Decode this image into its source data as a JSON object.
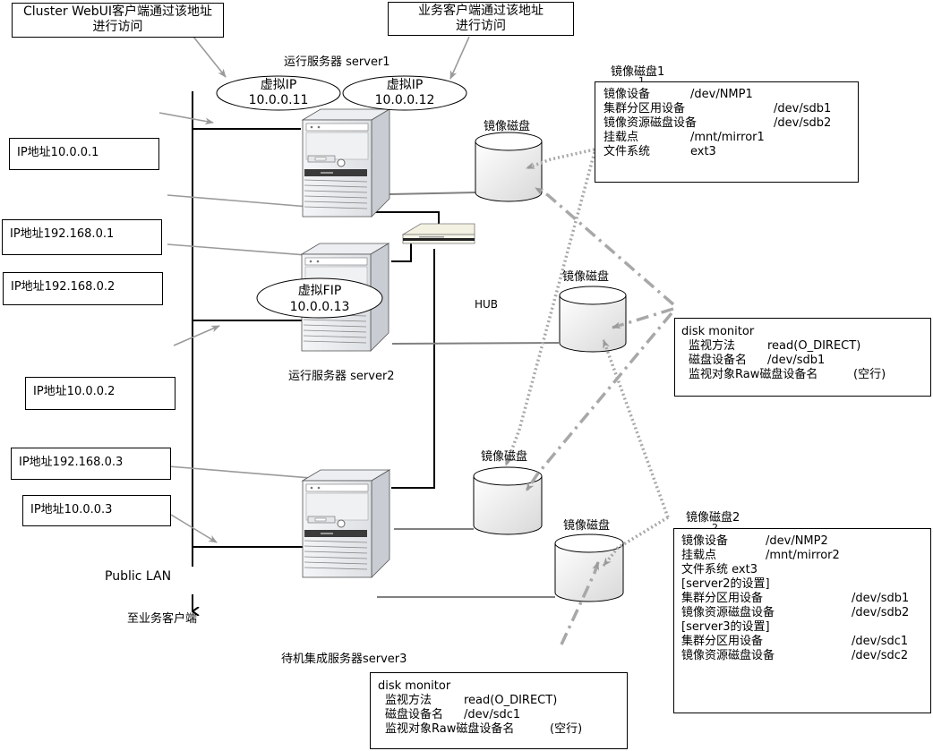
{
  "callouts": {
    "webui": {
      "line1": "Cluster WebUI客户端通过该地址",
      "line2": "进行访问"
    },
    "business": {
      "line1": "业务客户端通过该地址",
      "line2": "进行访问"
    }
  },
  "ip_boxes": [
    {
      "label": "IP地址10.0.0.1"
    },
    {
      "label": "IP地址192.168.0.1"
    },
    {
      "label": "IP地址192.168.0.2"
    },
    {
      "label": "IP地址10.0.0.2"
    },
    {
      "label": "IP地址192.168.0.3"
    },
    {
      "label": "IP地址10.0.0.3"
    }
  ],
  "virtual_ips": [
    {
      "title": "虚拟IP",
      "address": "10.0.0.11"
    },
    {
      "title": "虚拟IP",
      "address": "10.0.0.12"
    },
    {
      "title": "虚拟FIP",
      "address": "10.0.0.13"
    }
  ],
  "servers": [
    {
      "label": "运行服务器 server1"
    },
    {
      "label": "运行服务器 server2"
    },
    {
      "label": "待机集成服务器server3"
    }
  ],
  "hub": {
    "label": "HUB"
  },
  "network": {
    "public_lan": "Public LAN",
    "to_clients": "至业务客户端"
  },
  "disks": [
    {
      "label": "镜像磁盘"
    },
    {
      "label": "镜像磁盘"
    },
    {
      "label": "镜像磁盘"
    },
    {
      "label": "镜像磁盘"
    }
  ],
  "mirror_disk_1": {
    "title": "镜像磁盘1",
    "marker": "1",
    "rows": [
      {
        "key": "镜像设备",
        "value": "/dev/NMP1",
        "wide": false
      },
      {
        "key": "集群分区用设备",
        "value": "/dev/sdb1",
        "wide": true
      },
      {
        "key": "镜像资源磁盘设备",
        "value": "/dev/sdb2",
        "wide": true
      },
      {
        "key": "挂载点",
        "value": "/mnt/mirror1",
        "wide": false
      },
      {
        "key": "文件系统",
        "value": "ext3",
        "wide": false
      }
    ]
  },
  "mirror_disk_2": {
    "title": "镜像磁盘2",
    "marker": "2",
    "rows": [
      {
        "key": "镜像设备",
        "value": "/dev/NMP2"
      },
      {
        "key": "挂载点",
        "value": "/mnt/mirror2"
      },
      {
        "key": "文件系统 ext3",
        "value": ""
      },
      {
        "key": "[server2的设置]",
        "value": ""
      },
      {
        "key": "集群分区用设备",
        "value": "/dev/sdb1"
      },
      {
        "key": "镜像资源磁盘设备",
        "value": "/dev/sdb2"
      },
      {
        "key": "[server3的设置]",
        "value": ""
      },
      {
        "key": "集群分区用设备",
        "value": "/dev/sdc1"
      },
      {
        "key": "镜像资源磁盘设备",
        "value": "/dev/sdc2"
      }
    ]
  },
  "disk_monitor_1": {
    "title": "disk monitor",
    "rows": [
      {
        "key": "监视方法",
        "value": "read(O_DIRECT)"
      },
      {
        "key": "磁盘设备名",
        "value": "/dev/sdb1"
      },
      {
        "key": "监视对象Raw磁盘设备名",
        "value": "(空行)"
      }
    ]
  },
  "disk_monitor_2": {
    "title": "disk monitor",
    "rows": [
      {
        "key": "监视方法",
        "value": "read(O_DIRECT)"
      },
      {
        "key": "磁盘设备名",
        "value": "/dev/sdc1"
      },
      {
        "key": "监视对象Raw磁盘设备名",
        "value": "(空行)"
      }
    ]
  },
  "colors": {
    "line": "#000000",
    "arrow": "#9a9a9a",
    "disk_link": "#808080",
    "dotted": "#a8a8a8",
    "server_body": "#e8eaee",
    "server_side": "#c8ccd2"
  }
}
